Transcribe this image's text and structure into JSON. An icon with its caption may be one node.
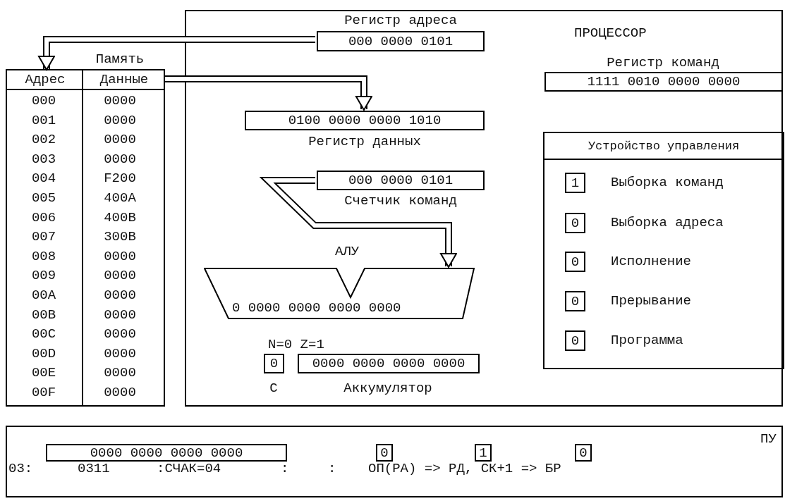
{
  "diagram": {
    "nodes": [
      {
        "text": [
          "ПРОЦЕССОР"
        ]
      },
      {
        "text": [
          "000 0000 0101"
        ],
        "beside": [
          "Регистр адреса"
        ],
        "in": 0
      },
      {
        "text": [
          "Адрес",
          "Данные"
        ],
        "beside": [
          "Память"
        ]
      },
      {
        "text": [
          "1111 0010 0000 0000"
        ],
        "beside": [
          "Регистр команд"
        ],
        "in": 0
      },
      {
        "text": [
          "0100 0000 0000 1010"
        ],
        "beside": [
          "Регистр данных"
        ],
        "in": 0
      },
      {
        "text": [
          "Устройство управления"
        ],
        "in": 0
      },
      {
        "text": [
          "1"
        ],
        "beside": [
          "Выборка команд"
        ],
        "in": 5
      },
      {
        "text": [
          "0"
        ],
        "beside": [
          "Выборка адреса"
        ],
        "in": 5
      },
      {
        "text": [
          "0"
        ],
        "beside": [
          "Исполнение"
        ],
        "in": 5
      },
      {
        "text": [
          "0"
        ],
        "beside": [
          "Прерывание"
        ],
        "in": 5
      },
      {
        "text": [
          "0"
        ],
        "beside": [
          "Программа"
        ],
        "in": 5
      },
      {
        "text": [
          "000 0000 0101"
        ],
        "beside": [
          "Счетчик команд"
        ],
        "in": 0
      },
      {
        "text": [
          "0 0000 0000 0000 0000"
        ],
        "beside": [
          "АЛУ"
        ],
        "in": 0
      },
      {
        "text": [
          "0"
        ],
        "beside": [
          "C"
        ],
        "in": 0
      },
      {
        "text": [
          "0000 0000 0000 0000"
        ],
        "beside": [
          "Аккумулятор"
        ],
        "in": 0
      },
      {
        "text": [
          "ПУ"
        ]
      },
      {
        "text": [
          "0000 0000 0000 0000"
        ],
        "in": 15
      },
      {
        "text": [
          "0"
        ],
        "in": 15
      },
      {
        "text": [
          "1"
        ],
        "in": 15
      },
      {
        "text": [
          "0"
        ],
        "in": 15
      }
    ],
    "edges": [
      {
        "from": 1,
        "to": 2,
        "arrow": "to"
      },
      {
        "from": 2,
        "to": 4,
        "arrow": "to"
      },
      {
        "from": 11,
        "to": 12,
        "arrow": "to"
      }
    ],
    "labels": [
      "000",
      "0000",
      "001",
      "0000",
      "002",
      "0000",
      "003",
      "0000",
      "004",
      "F200",
      "005",
      "400A",
      "006",
      "400B",
      "007",
      "300B",
      "008",
      "0000",
      "009",
      "0000",
      "00A",
      "0000",
      "00B",
      "0000",
      "00C",
      "0000",
      "00D",
      "0000",
      "00E",
      "0000",
      "00F",
      "0000",
      "N=0 Z=1",
      "03:",
      "0311",
      ":СЧАК=04",
      ":",
      ":",
      "ОП(РА) => РД, СК+1 => БР"
    ]
  }
}
